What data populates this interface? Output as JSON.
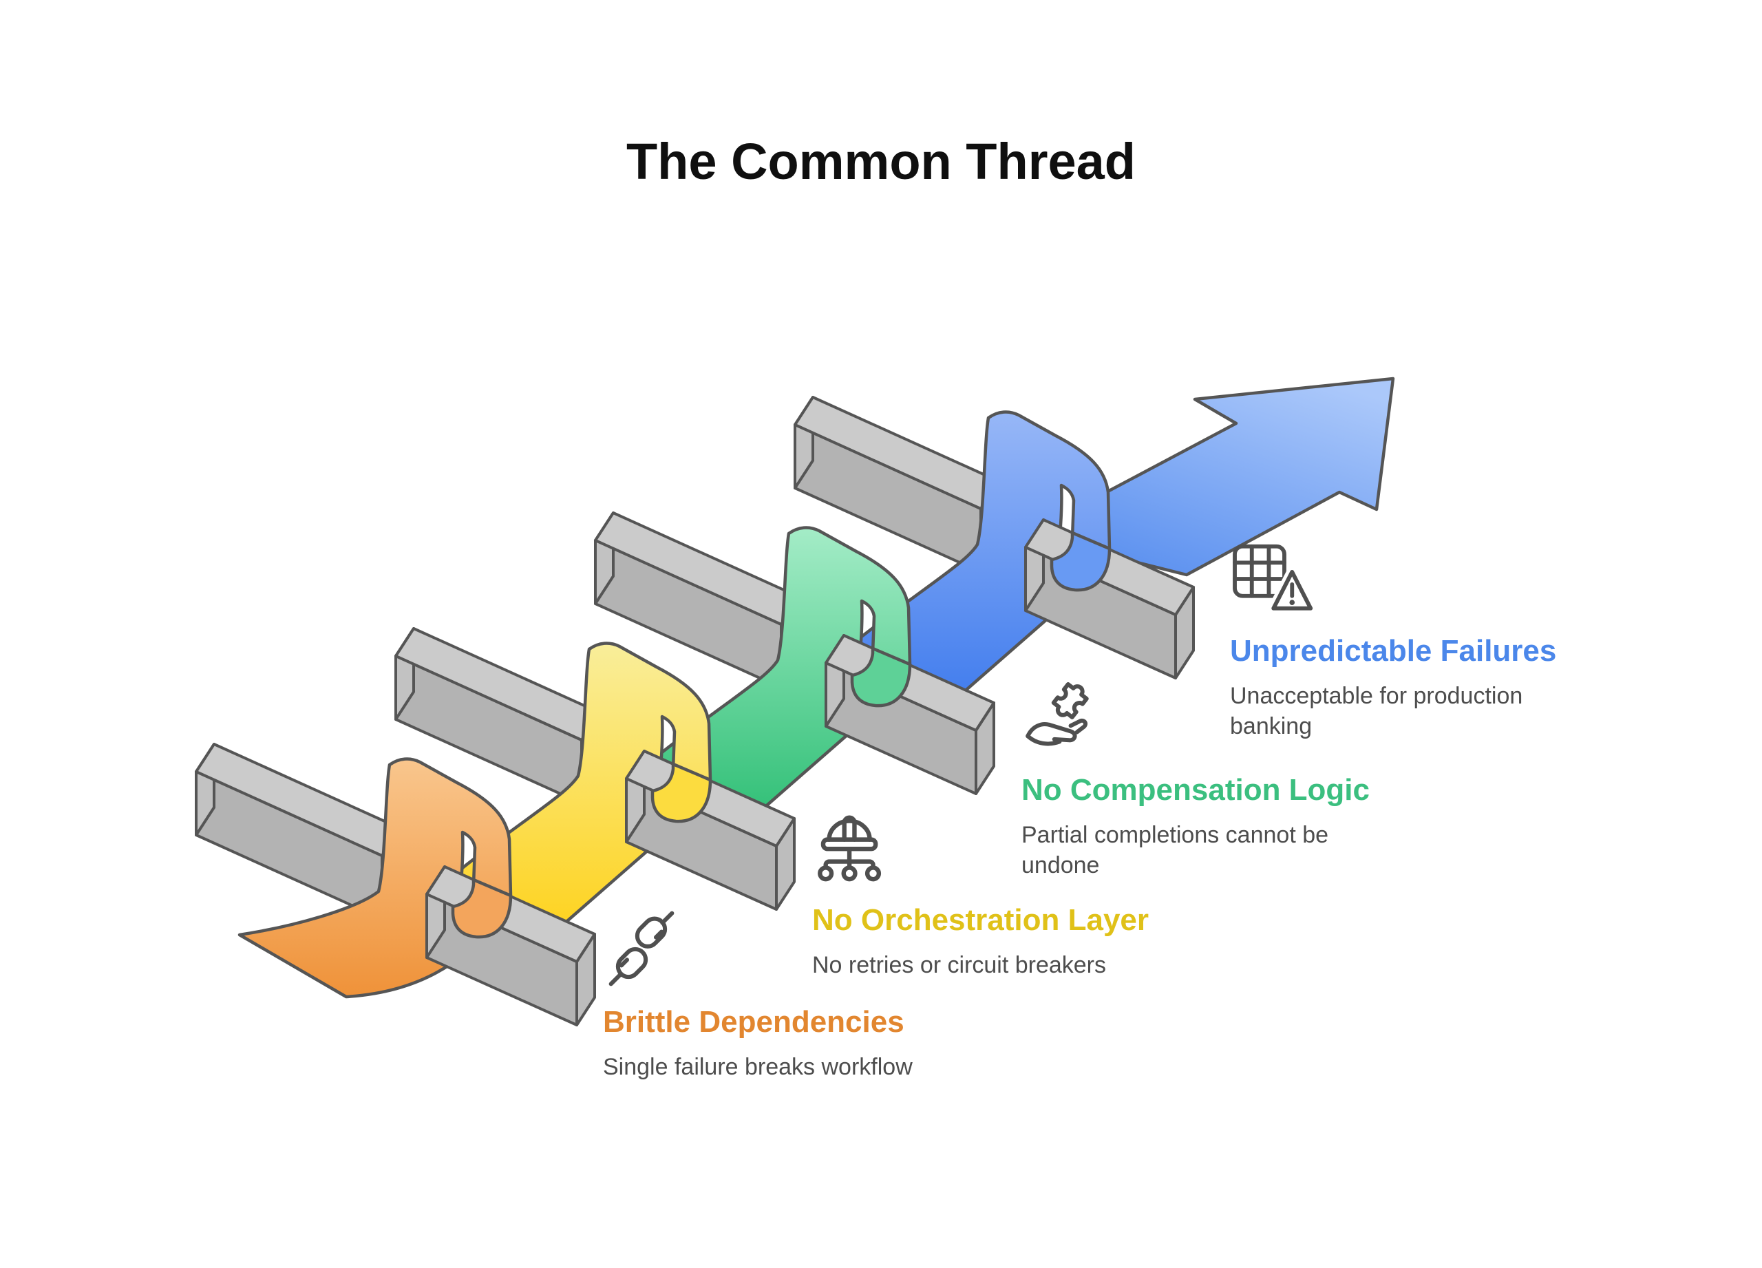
{
  "title": "The Common Thread",
  "steps": [
    {
      "label": "Brittle Dependencies",
      "description": "Single failure breaks workflow",
      "accent": "#e2862f",
      "icon": "broken-chain-icon",
      "ribbon_gradient": [
        "#f9c68d",
        "#ef9239"
      ],
      "ribbon_fold": "#f3a55c"
    },
    {
      "label": "No Orchestration Layer",
      "description": "No retries or circuit breakers",
      "accent": "#e0c118",
      "icon": "helmet-orchestration-icon",
      "ribbon_gradient": [
        "#f9ee9a",
        "#fed117"
      ],
      "ribbon_fold": "#fcdc3f"
    },
    {
      "label": "No Compensation Logic",
      "description": "Partial completions cannot be undone",
      "accent": "#3bbf7f",
      "icon": "puzzle-hand-icon",
      "ribbon_gradient": [
        "#a4ecc7",
        "#2abd72"
      ],
      "ribbon_fold": "#5ed197"
    },
    {
      "label": "Unpredictable Failures",
      "description": "Unacceptable for production banking",
      "accent": "#4b87ea",
      "icon": "table-warning-icon",
      "ribbon_gradient": [
        "#97b7f7",
        "#3c79ed"
      ],
      "ribbon_fold": "#689af3"
    }
  ],
  "arrow_gradient": [
    "#abc8fa",
    "#5f93f0"
  ],
  "palette": {
    "bar_top": "#cbcbcb",
    "bar_front": "#b3b3b3",
    "bar_end_left": "#c2c2c2",
    "bar_end_right": "#bdbdbd",
    "outline": "#555555",
    "icon_stroke": "#4f4f4f",
    "description_color": "#4d4d4d",
    "title_color": "#0f0f0f"
  }
}
